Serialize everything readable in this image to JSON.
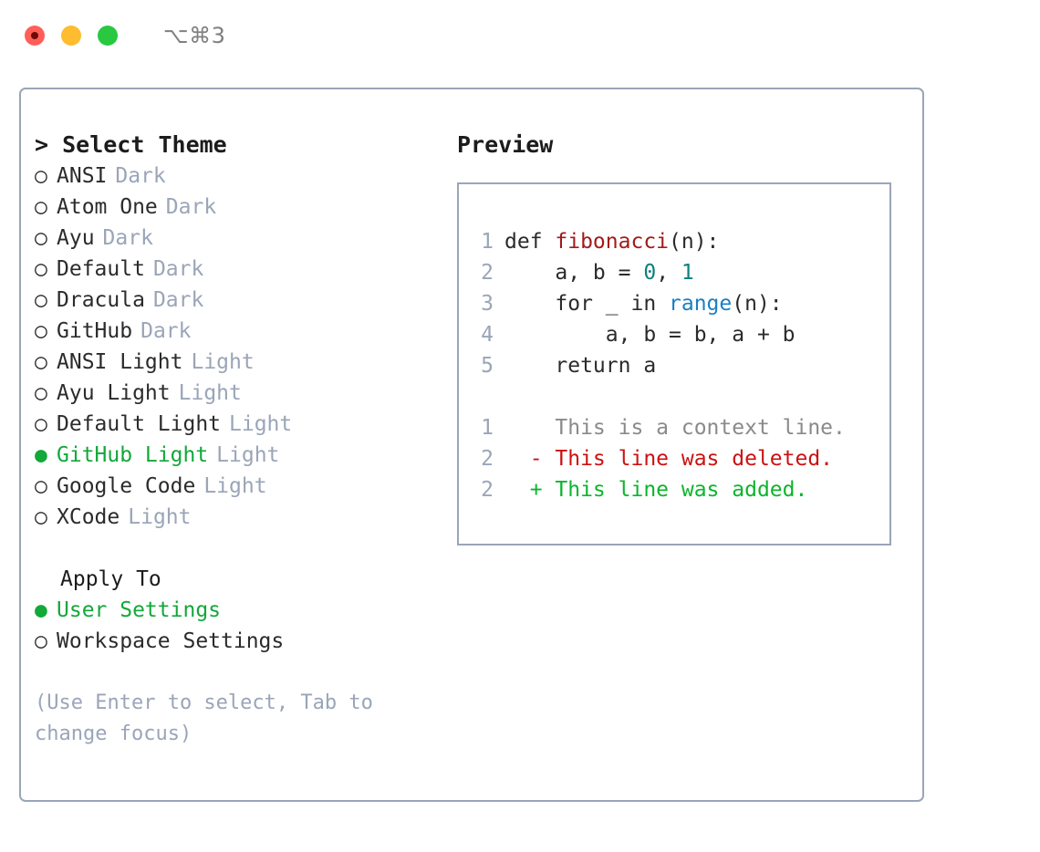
{
  "titlebar": {
    "shortcut": "⌥⌘3",
    "buttons": [
      "close",
      "minimize",
      "zoom"
    ]
  },
  "theme_picker": {
    "heading": "> Select Theme",
    "marker_unselected": "○",
    "marker_selected": "●",
    "items": [
      {
        "name": "ANSI",
        "tag": "Dark",
        "selected": false
      },
      {
        "name": "Atom One",
        "tag": "Dark",
        "selected": false
      },
      {
        "name": "Ayu",
        "tag": "Dark",
        "selected": false
      },
      {
        "name": "Default",
        "tag": "Dark",
        "selected": false
      },
      {
        "name": "Dracula",
        "tag": "Dark",
        "selected": false
      },
      {
        "name": "GitHub",
        "tag": "Dark",
        "selected": false
      },
      {
        "name": "ANSI Light",
        "tag": "Light",
        "selected": false
      },
      {
        "name": "Ayu Light",
        "tag": "Light",
        "selected": false
      },
      {
        "name": "Default Light",
        "tag": "Light",
        "selected": false
      },
      {
        "name": "GitHub Light",
        "tag": "Light",
        "selected": true
      },
      {
        "name": "Google Code",
        "tag": "Light",
        "selected": false
      },
      {
        "name": "XCode",
        "tag": "Light",
        "selected": false
      }
    ]
  },
  "apply_to": {
    "heading": "Apply To",
    "items": [
      {
        "name": "User Settings",
        "selected": true
      },
      {
        "name": "Workspace Settings",
        "selected": false
      }
    ]
  },
  "hint": "(Use Enter to select, Tab to change focus)",
  "preview": {
    "heading": "Preview",
    "code_lines": [
      {
        "lineno": "1",
        "spans": [
          {
            "text": "def ",
            "style": "plain"
          },
          {
            "text": "fibonacci",
            "style": "func"
          },
          {
            "text": "(n):",
            "style": "plain"
          }
        ]
      },
      {
        "lineno": "2",
        "spans": [
          {
            "text": "    a, b = ",
            "style": "plain"
          },
          {
            "text": "0",
            "style": "num"
          },
          {
            "text": ", ",
            "style": "plain"
          },
          {
            "text": "1",
            "style": "num"
          }
        ]
      },
      {
        "lineno": "3",
        "spans": [
          {
            "text": "    for _ in ",
            "style": "plain"
          },
          {
            "text": "range",
            "style": "builtin"
          },
          {
            "text": "(n):",
            "style": "plain"
          }
        ]
      },
      {
        "lineno": "4",
        "spans": [
          {
            "text": "        a, b = b, a + b",
            "style": "plain"
          }
        ]
      },
      {
        "lineno": "5",
        "spans": [
          {
            "text": "    return a",
            "style": "plain"
          }
        ]
      }
    ],
    "diff_lines": [
      {
        "lineno": "1",
        "sign": " ",
        "text": "This is a context line.",
        "kind": "ctx"
      },
      {
        "lineno": "2",
        "sign": "-",
        "text": "This line was deleted.",
        "kind": "del"
      },
      {
        "lineno": "2",
        "sign": "+",
        "text": "This line was added.",
        "kind": "add"
      }
    ]
  },
  "colors": {
    "accent_green": "#12a83a",
    "border": "#9aa5b8",
    "muted": "#9aa5b8",
    "text": "#2b2b2b",
    "diff_add": "#0bb52b",
    "diff_del": "#cc1111",
    "diff_ctx": "#8a8a8a",
    "syntax_function": "#a01b1b",
    "syntax_number": "#0f7f7f",
    "syntax_builtin": "#1a7fc1",
    "light_red": "#ff5f57",
    "light_yellow": "#febc2e",
    "light_green": "#28c840"
  }
}
